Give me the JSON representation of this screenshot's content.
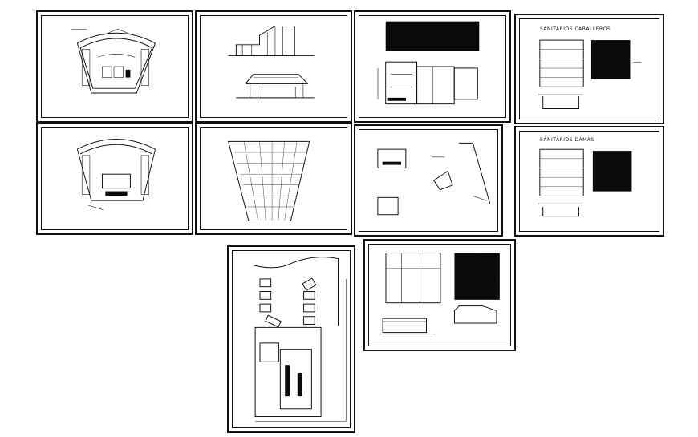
{
  "sheets": [
    {
      "id": "sheet-1",
      "title": ""
    },
    {
      "id": "sheet-2",
      "title": ""
    },
    {
      "id": "sheet-3",
      "title": ""
    },
    {
      "id": "sheet-4",
      "title": "SANITARIOS CABALLEROS"
    },
    {
      "id": "sheet-5",
      "title": ""
    },
    {
      "id": "sheet-6",
      "title": ""
    },
    {
      "id": "sheet-7",
      "title": ""
    },
    {
      "id": "sheet-8",
      "title": "SANITARIOS DAMAS"
    },
    {
      "id": "sheet-9",
      "title": ""
    },
    {
      "id": "sheet-10",
      "title": ""
    }
  ],
  "colors": {
    "line": "#111111",
    "fill": "#0a0a0a",
    "background": "#ffffff"
  }
}
